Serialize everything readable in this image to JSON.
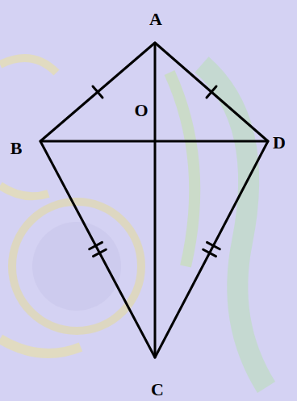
{
  "diagram": {
    "labels": [
      "A",
      "O",
      "B",
      "D",
      "C"
    ]
  }
}
